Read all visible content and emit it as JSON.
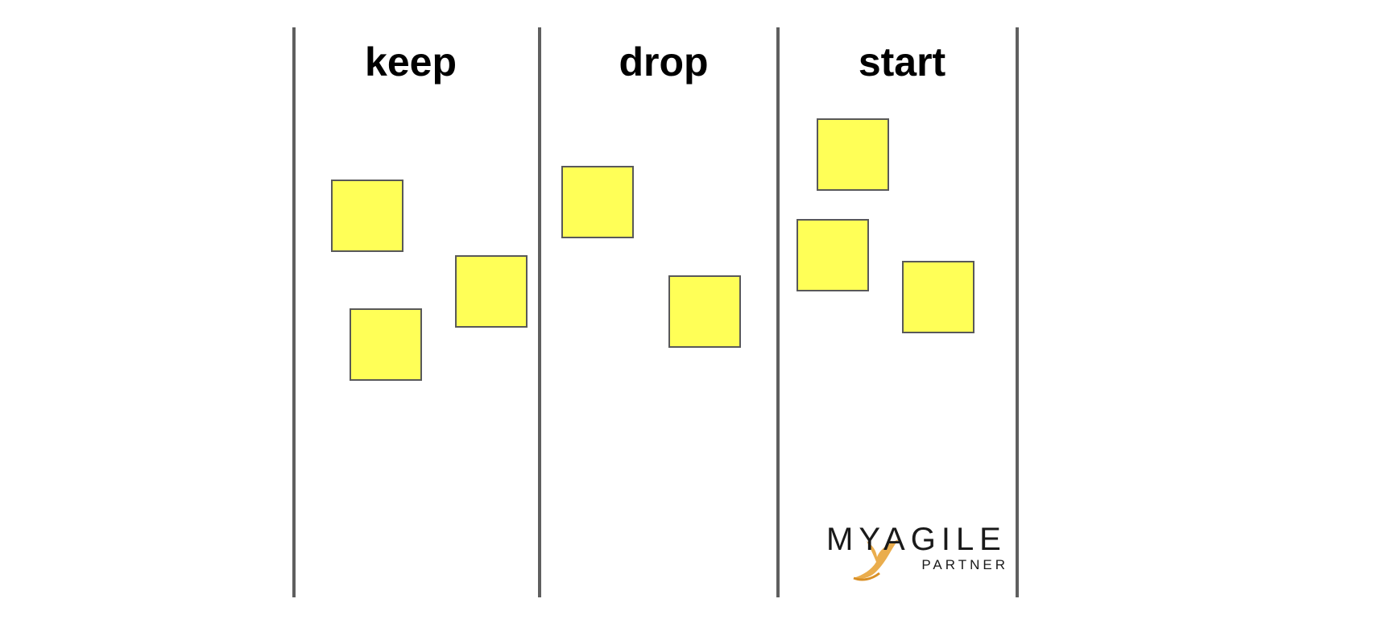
{
  "columns": [
    {
      "id": "keep",
      "label": "keep",
      "stickies": 3
    },
    {
      "id": "drop",
      "label": "drop",
      "stickies": 2
    },
    {
      "id": "start",
      "label": "start",
      "stickies": 3
    }
  ],
  "colors": {
    "sticky_fill": "#ffff57",
    "sticky_border": "#595959",
    "divider": "#5f5f5f",
    "logo_accent": "#e8a43a"
  },
  "logo": {
    "wordmark": "MYAGILE",
    "sub": "PARTNER"
  }
}
